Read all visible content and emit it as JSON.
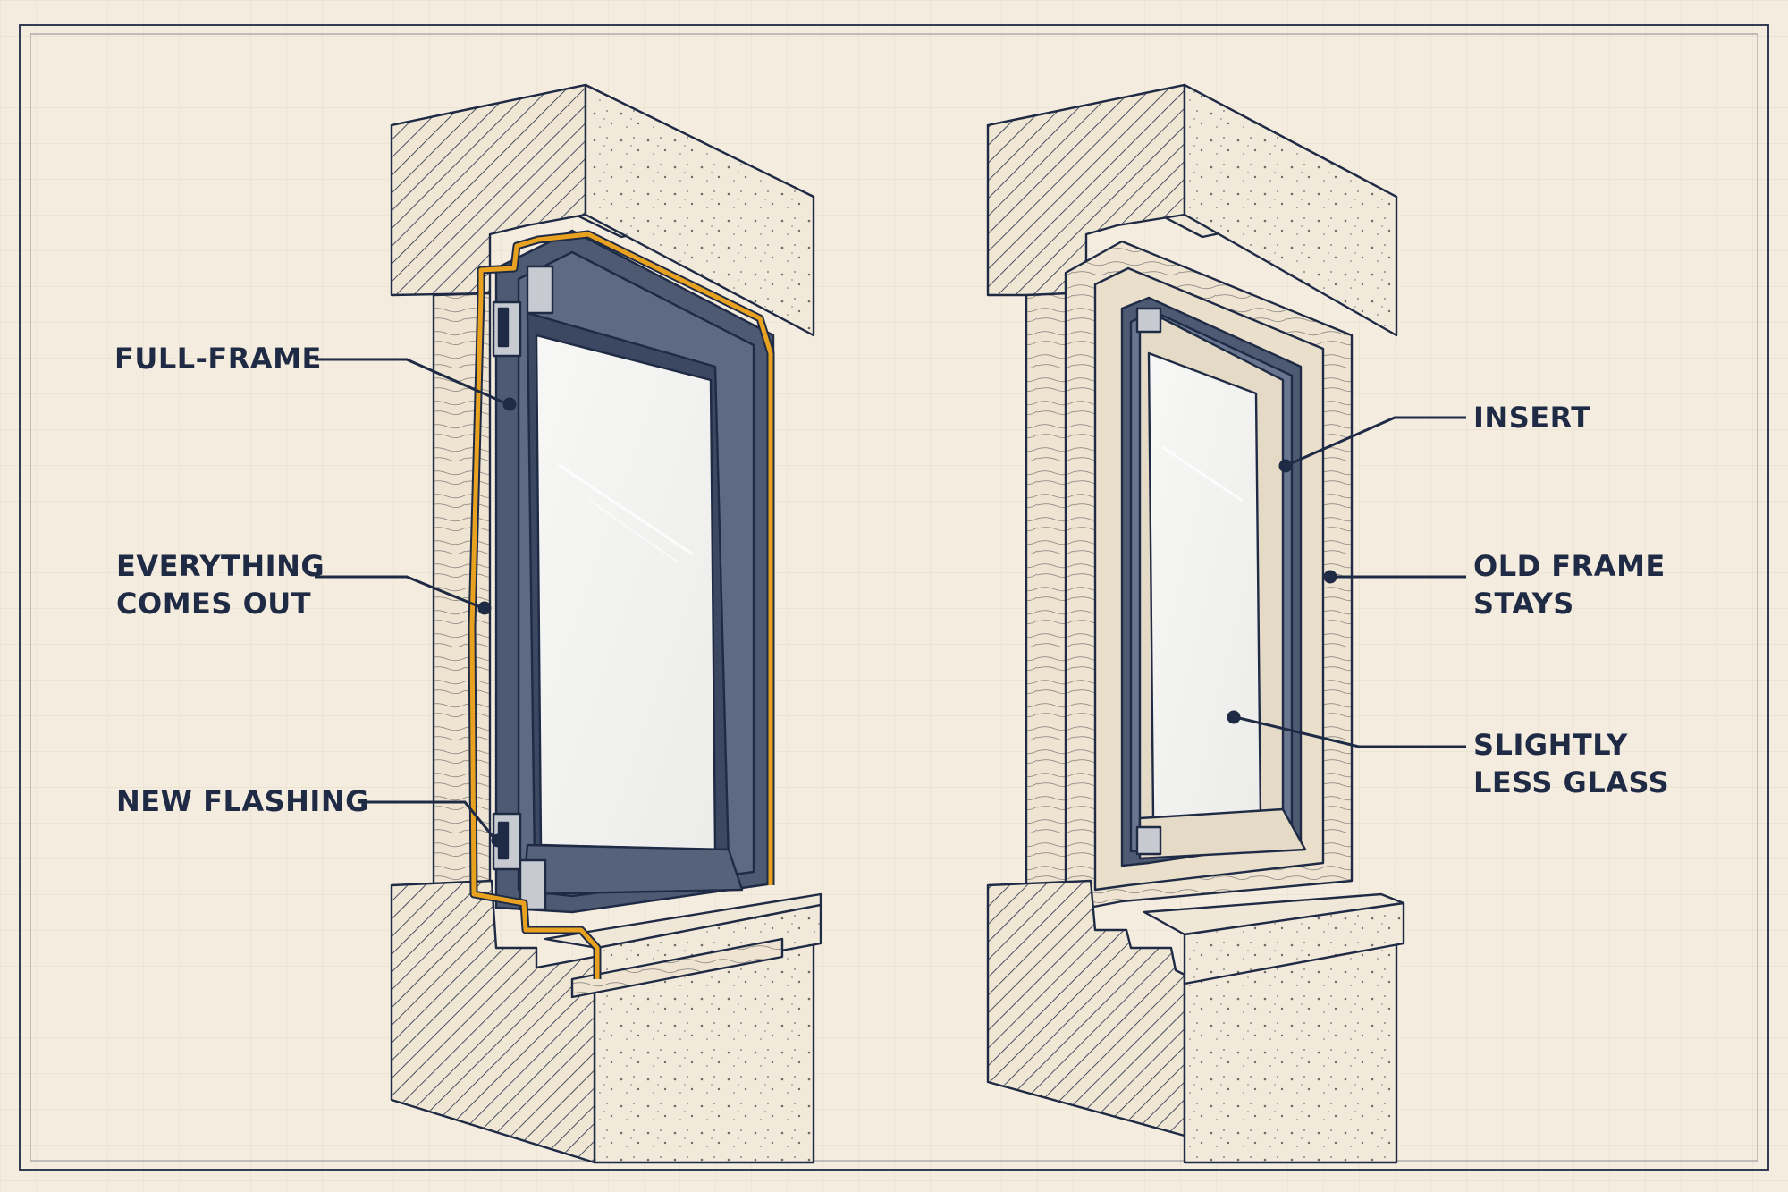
{
  "colors": {
    "paper": "#f4ecdf",
    "ink": "#1f2a45",
    "frame": "#4d5a72",
    "flashing": "#e8a21f",
    "glass": "#f3f3f1"
  },
  "left_diagram": {
    "labels": {
      "full_frame": "FULL-FRAME",
      "everything_line1": "EVERYTHING",
      "everything_line2": "COMES OUT",
      "new_flashing": "NEW FLASHING"
    }
  },
  "right_diagram": {
    "labels": {
      "insert": "INSERT",
      "old_frame_line1": "OLD FRAME",
      "old_frame_line2": "STAYS",
      "less_glass_line1": "SLIGHTLY",
      "less_glass_line2": "LESS GLASS"
    }
  }
}
